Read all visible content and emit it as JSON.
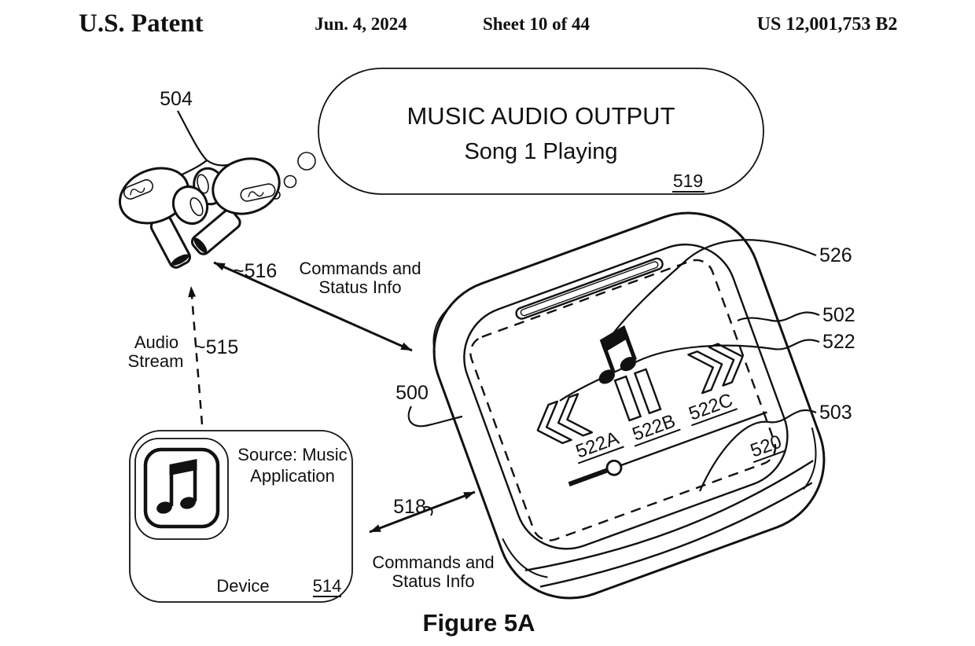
{
  "header": {
    "title": "U.S. Patent",
    "date": "Jun. 4, 2024",
    "sheet": "Sheet 10 of 44",
    "patent_number": "US 12,001,753 B2"
  },
  "figure": {
    "caption": "Figure 5A",
    "bubble": {
      "line1": "MUSIC AUDIO OUTPUT",
      "line2": "Song 1 Playing",
      "ref": "519"
    },
    "labels": {
      "commands": "Commands and",
      "status": "Status Info",
      "audio_line1": "Audio",
      "audio_line2": "Stream"
    },
    "device": {
      "source_line1": "Source: Music",
      "source_line2": "Application",
      "device_label": "Device",
      "ref": "514",
      "icon": "music-note-icon"
    },
    "refs": {
      "earbuds": "504",
      "link_upper": "~516",
      "audio_stream": "~515",
      "link_lower": "518",
      "case": "500",
      "lid": "502",
      "body": "503",
      "display": "522",
      "note": "526",
      "rewind": "522A",
      "pause": "522B",
      "forward": "522C",
      "slider": "520"
    },
    "icons": {
      "display_note": "music-note-icon",
      "rewind": "rewind-icon",
      "pause": "pause-icon",
      "forward": "fast-forward-icon",
      "slider": "progress-slider"
    }
  },
  "colors": {
    "ink": "#111111",
    "paper": "#ffffff"
  }
}
